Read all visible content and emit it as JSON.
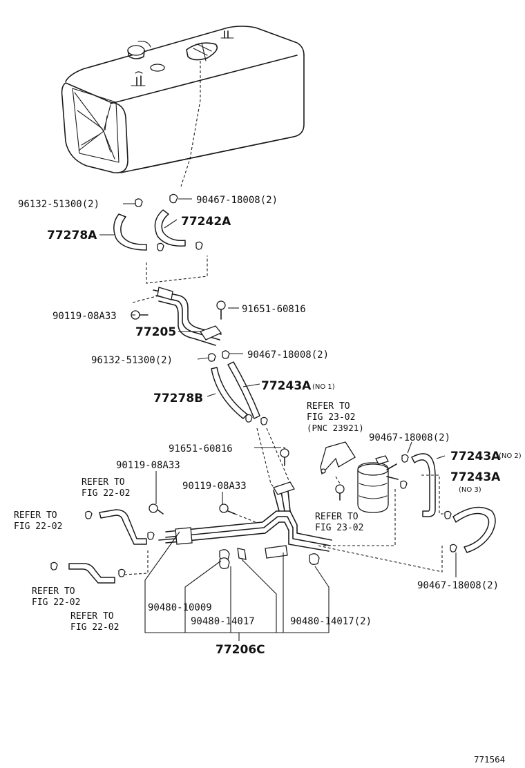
{
  "labels": {
    "p96132_top": "96132-51300(2)",
    "p90467_top": "90467-18008(2)",
    "p77278A": "77278A",
    "p77242A": "77242A",
    "p90119_top": "90119-08A33",
    "p91651_top": "91651-60816",
    "p77205": "77205",
    "p96132_mid": "96132-51300(2)",
    "p90467_mid": "90467-18008(2)",
    "p77243A_1": "77243A",
    "p77243A_1_note": "(NO 1)",
    "p77278B": "77278B",
    "ref_23_a_line1": "REFER TO",
    "ref_23_a_line2": "FIG 23-02",
    "ref_23_a_pnc": "(PNC 23921)",
    "p90467_right": "90467-18008(2)",
    "p77243A_2": "77243A",
    "p77243A_2_note": "(NO 2)",
    "p91651_mid": "91651-60816",
    "p90119_left": "90119-08A33",
    "ref_22_a_line1": "REFER TO",
    "ref_22_a_line2": "FIG 22-02",
    "p77243A_3": "77243A",
    "p77243A_3_note": "(NO 3)",
    "p90119_mid": "90119-08A33",
    "ref_22_b_line1": "REFER TO",
    "ref_22_b_line2": "FIG 22-02",
    "ref_23_b_line1": "REFER TO",
    "ref_23_b_line2": "FIG 23-02",
    "p90467_bottom": "90467-18008(2)",
    "ref_22_c_line1": "REFER TO",
    "ref_22_c_line2": "FIG 22-02",
    "ref_22_d_line1": "REFER TO",
    "ref_22_d_line2": "FIG 22-02",
    "p90480_10009": "90480-10009",
    "p90480_14017": "90480-14017",
    "p90480_14017_2": "90480-14017(2)",
    "p77206C": "77206C",
    "diagram_id": "771564"
  }
}
